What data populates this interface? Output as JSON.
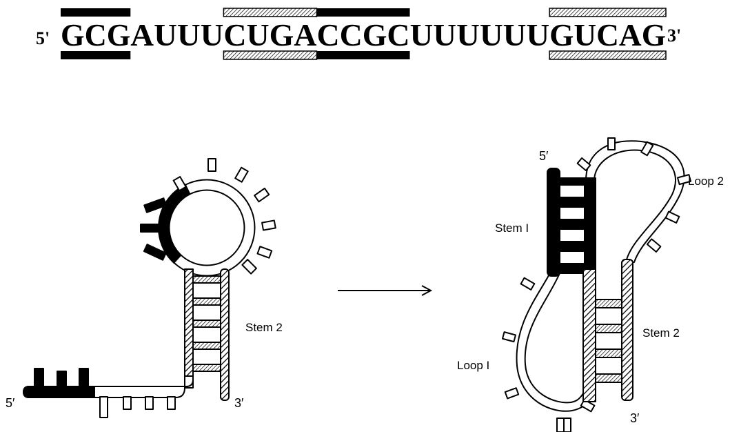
{
  "sequence": {
    "prime5": "5'",
    "prime3": "3'",
    "segments": [
      {
        "text": "GCG",
        "over": "solid",
        "under": "solid"
      },
      {
        "text": "AUUU",
        "over": "none",
        "under": "none"
      },
      {
        "text": "CUGA",
        "over": "hatched",
        "under": "hatched"
      },
      {
        "text": "CCGC",
        "over": "solid",
        "under": "solid"
      },
      {
        "text": "UUUUUU",
        "over": "none",
        "under": "none"
      },
      {
        "text": "GUCAG",
        "over": "hatched",
        "under": "hatched"
      }
    ]
  },
  "left_structure": {
    "label_5": "5′",
    "label_3": "3′",
    "stem2_label": "Stem 2"
  },
  "right_structure": {
    "label_5": "5′",
    "label_3": "3′",
    "stem1_label": "Stem I",
    "stem2_label": "Stem 2",
    "loop1_label": "Loop I",
    "loop2_label": "Loop 2"
  },
  "colors": {
    "ink": "#000000",
    "paper": "#ffffff"
  }
}
